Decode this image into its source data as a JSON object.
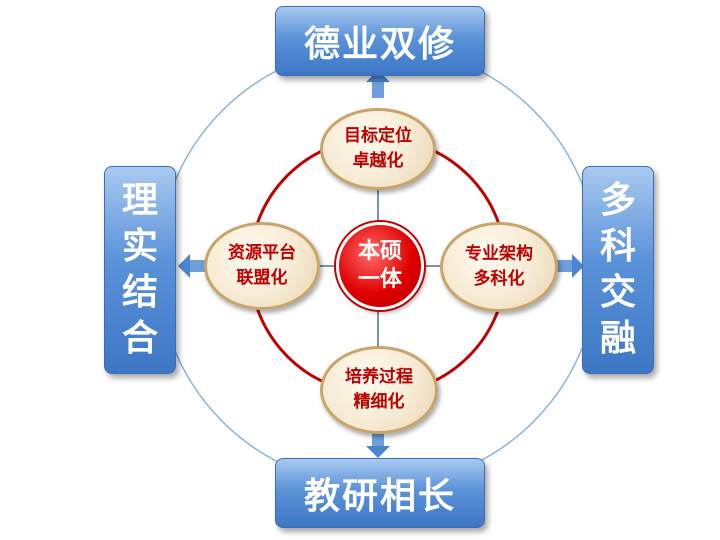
{
  "outer_boxes": {
    "top": "德业双修",
    "bottom": "教研相长",
    "left": [
      "理",
      "实",
      "结",
      "合"
    ],
    "right": [
      "多",
      "科",
      "交",
      "融"
    ]
  },
  "nodes": {
    "top": {
      "line1": "目标定位",
      "line2": "卓越化"
    },
    "left": {
      "line1": "资源平台",
      "line2": "联盟化"
    },
    "right": {
      "line1": "专业架构",
      "line2": "多科化"
    },
    "bottom": {
      "line1": "培养过程",
      "line2": "精细化"
    }
  },
  "center": {
    "line1": "本硕",
    "line2": "一体"
  },
  "colors": {
    "box_blue": "#4a86d0",
    "node_text": "#c00000",
    "center_red": "#e00000",
    "inner_ring": "#c00000",
    "outer_ring": "#8fb3dc",
    "arrow": "#4a86d0"
  }
}
